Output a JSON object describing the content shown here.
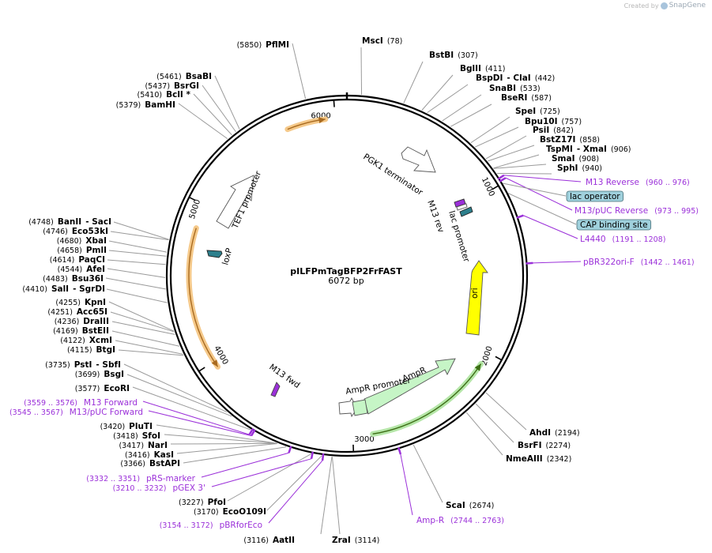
{
  "credit": {
    "prefix": "Created by",
    "brand": "SnapGene",
    "icon": "snapgene-logo-icon"
  },
  "plasmid": {
    "name": "pILFPmTagBFP2FrFAST",
    "size_label": "6072 bp",
    "length": 6072
  },
  "ticks": [
    {
      "bp": 1000,
      "label": "1000"
    },
    {
      "bp": 2000,
      "label": "2000"
    },
    {
      "bp": 3000,
      "label": "3000"
    },
    {
      "bp": 4000,
      "label": "4000"
    },
    {
      "bp": 5000,
      "label": "5000"
    },
    {
      "bp": 6000,
      "label": "6000"
    }
  ],
  "enzymes": [
    {
      "name": "MscI",
      "pos": "(78)",
      "bp": 78
    },
    {
      "name": "BstBI",
      "pos": "(307)",
      "bp": 307
    },
    {
      "name": "BglII",
      "pos": "(411)",
      "bp": 411
    },
    {
      "name": "BspDI",
      "name2": "- ClaI",
      "pos": "(442)",
      "bp": 442
    },
    {
      "name": "SnaBI",
      "pos": "(533)",
      "bp": 533
    },
    {
      "name": "BseRI",
      "pos": "(587)",
      "bp": 587
    },
    {
      "name": "SpeI",
      "pos": "(725)",
      "bp": 725
    },
    {
      "name": "Bpu10I",
      "pos": "(757)",
      "bp": 757
    },
    {
      "name": "PsiI",
      "pos": "(842)",
      "bp": 842
    },
    {
      "name": "BstZ17I",
      "pos": "(858)",
      "bp": 858
    },
    {
      "name": "TspMI",
      "name2": "- XmaI",
      "pos": "(906)",
      "bp": 906
    },
    {
      "name": "SmaI",
      "pos": "(908)",
      "bp": 908
    },
    {
      "name": "SphI",
      "pos": "(940)",
      "bp": 940
    },
    {
      "name": "AhdI",
      "pos": "(2194)",
      "bp": 2194
    },
    {
      "name": "BsrFI",
      "pos": "(2274)",
      "bp": 2274
    },
    {
      "name": "NmeAIII",
      "pos": "(2342)",
      "bp": 2342
    },
    {
      "name": "ScaI",
      "pos": "(2674)",
      "bp": 2674
    },
    {
      "name": "ZraI",
      "pos": "(3114)",
      "bp": 3114
    },
    {
      "name": "AatII",
      "pos": "(3116)",
      "bp": 3116
    },
    {
      "name": "EcoO109I",
      "pos": "(3170)",
      "bp": 3170
    },
    {
      "name": "PfoI",
      "pos": "(3227)",
      "bp": 3227
    },
    {
      "name": "BstAPI",
      "pos": "(3366)",
      "bp": 3366
    },
    {
      "name": "KasI",
      "pos": "(3416)",
      "bp": 3416
    },
    {
      "name": "NarI",
      "pos": "(3417)",
      "bp": 3417
    },
    {
      "name": "SfoI",
      "pos": "(3418)",
      "bp": 3418
    },
    {
      "name": "PluTI",
      "pos": "(3420)",
      "bp": 3420
    },
    {
      "name": "EcoRI",
      "pos": "(3577)",
      "bp": 3577
    },
    {
      "name": "BsgI",
      "pos": "(3699)",
      "bp": 3699
    },
    {
      "name": "PstI",
      "name2": "- SbfI",
      "pos": "(3735)",
      "bp": 3735
    },
    {
      "name": "BtgI",
      "pos": "(4115)",
      "bp": 4115
    },
    {
      "name": "XcmI",
      "pos": "(4122)",
      "bp": 4122
    },
    {
      "name": "BstEII",
      "pos": "(4169)",
      "bp": 4169
    },
    {
      "name": "DraIII",
      "pos": "(4236)",
      "bp": 4236
    },
    {
      "name": "Acc65I",
      "pos": "(4251)",
      "bp": 4251
    },
    {
      "name": "KpnI",
      "pos": "(4255)",
      "bp": 4255
    },
    {
      "name": "SalI",
      "name2": "- SgrDI",
      "pos": "(4410)",
      "bp": 4410
    },
    {
      "name": "Bsu36I",
      "pos": "(4483)",
      "bp": 4483
    },
    {
      "name": "AfeI",
      "pos": "(4544)",
      "bp": 4544
    },
    {
      "name": "PaqCI",
      "pos": "(4614)",
      "bp": 4614
    },
    {
      "name": "PmlI",
      "pos": "(4658)",
      "bp": 4658
    },
    {
      "name": "XbaI",
      "pos": "(4680)",
      "bp": 4680
    },
    {
      "name": "Eco53kI",
      "pos": "(4746)",
      "bp": 4746
    },
    {
      "name": "BanII",
      "name2": "- SacI",
      "pos": "(4748)",
      "bp": 4748
    },
    {
      "name": "BamHI",
      "pos": "(5379)",
      "bp": 5379
    },
    {
      "name": "BclI *",
      "pos": "(5410)",
      "bp": 5410
    },
    {
      "name": "BsrGI",
      "pos": "(5437)",
      "bp": 5437
    },
    {
      "name": "BsaBI",
      "pos": "(5461)",
      "bp": 5461
    },
    {
      "name": "PflMI",
      "pos": "(5850)",
      "bp": 5850
    }
  ],
  "primers": [
    {
      "name": "M13 Reverse",
      "pos": "(960 .. 976)",
      "bp": 968
    },
    {
      "name": "M13/pUC Reverse",
      "pos": "(973 .. 995)",
      "bp": 984
    },
    {
      "name": "L4440",
      "pos": "(1191 .. 1208)",
      "bp": 1200
    },
    {
      "name": "pBR322ori-F",
      "pos": "(1442 .. 1461)",
      "bp": 1452
    },
    {
      "name": "Amp-R",
      "pos": "(2744 .. 2763)",
      "bp": 2754
    },
    {
      "name": "pBRforEco",
      "pos": "(3154 .. 3172)",
      "bp": 3163
    },
    {
      "name": "pGEX 3'",
      "pos": "(3210 .. 3232)",
      "bp": 3221
    },
    {
      "name": "pRS-marker",
      "pos": "(3332 .. 3351)",
      "bp": 3342
    },
    {
      "name": "M13/pUC Forward",
      "pos": "(3545 .. 3567)",
      "bp": 3556
    },
    {
      "name": "M13 Forward",
      "pos": "(3559 .. 3576)",
      "bp": 3568
    }
  ],
  "boxed_features": [
    {
      "name": "lac operator",
      "bp": 1000,
      "color": "#9fd0dc"
    },
    {
      "name": "CAP binding site",
      "bp": 1060,
      "color": "#9fd0dc"
    }
  ],
  "features": [
    {
      "name": "PGK1 terminator",
      "color": "#ffffff"
    },
    {
      "name": "lac promoter",
      "color": "#ffffff"
    },
    {
      "name": "M13 rev",
      "color": "#9b30d9"
    },
    {
      "name": "ori",
      "color": "#ffff00"
    },
    {
      "name": "AmpR",
      "color": "#c6f5c6"
    },
    {
      "name": "AmpR promoter",
      "color": "#ffffff"
    },
    {
      "name": "M13 fwd",
      "color": "#9b30d9"
    },
    {
      "name": "loxP",
      "color": "#2d7f8c"
    },
    {
      "name": "TEF1 promoter",
      "color": "#ffffff"
    }
  ],
  "colors": {
    "backbone": "#000000",
    "orange_band": "#f5c98a",
    "orange_arrow": "#a86a1f",
    "green_band": "#b5e6a8",
    "green_arrow": "#3c6e14",
    "primer": "#9b30d9",
    "lead": "#9a9a9a"
  }
}
